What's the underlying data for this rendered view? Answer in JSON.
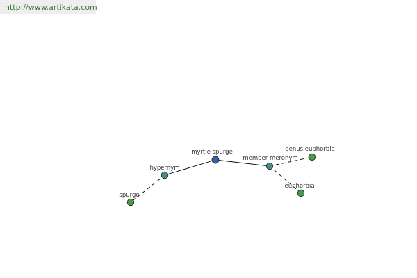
{
  "header": {
    "source_url": "http://www.artikata.com"
  },
  "graph": {
    "nodes": [
      {
        "id": "center",
        "label": "myrtle spurge",
        "role": "center",
        "color": "#3f5ea8"
      },
      {
        "id": "hypernym",
        "label": "hypernym",
        "role": "relation",
        "color": "#468c8c"
      },
      {
        "id": "member_meronym",
        "label": "member meronym",
        "role": "relation",
        "color": "#468c8c"
      },
      {
        "id": "spurge",
        "label": "spurge",
        "role": "term",
        "color": "#4b9a4b"
      },
      {
        "id": "genus_euphorbia",
        "label": "genus euphorbia",
        "role": "term",
        "color": "#4b9a4b"
      },
      {
        "id": "euphorbia",
        "label": "euphorbia",
        "role": "term",
        "color": "#4b9a4b"
      }
    ],
    "edges": [
      {
        "from": "center",
        "to": "hypernym",
        "style": "solid"
      },
      {
        "from": "center",
        "to": "member_meronym",
        "style": "solid"
      },
      {
        "from": "hypernym",
        "to": "spurge",
        "style": "dashed"
      },
      {
        "from": "member_meronym",
        "to": "genus_euphorbia",
        "style": "dashed"
      },
      {
        "from": "member_meronym",
        "to": "euphorbia",
        "style": "dashed"
      }
    ]
  }
}
